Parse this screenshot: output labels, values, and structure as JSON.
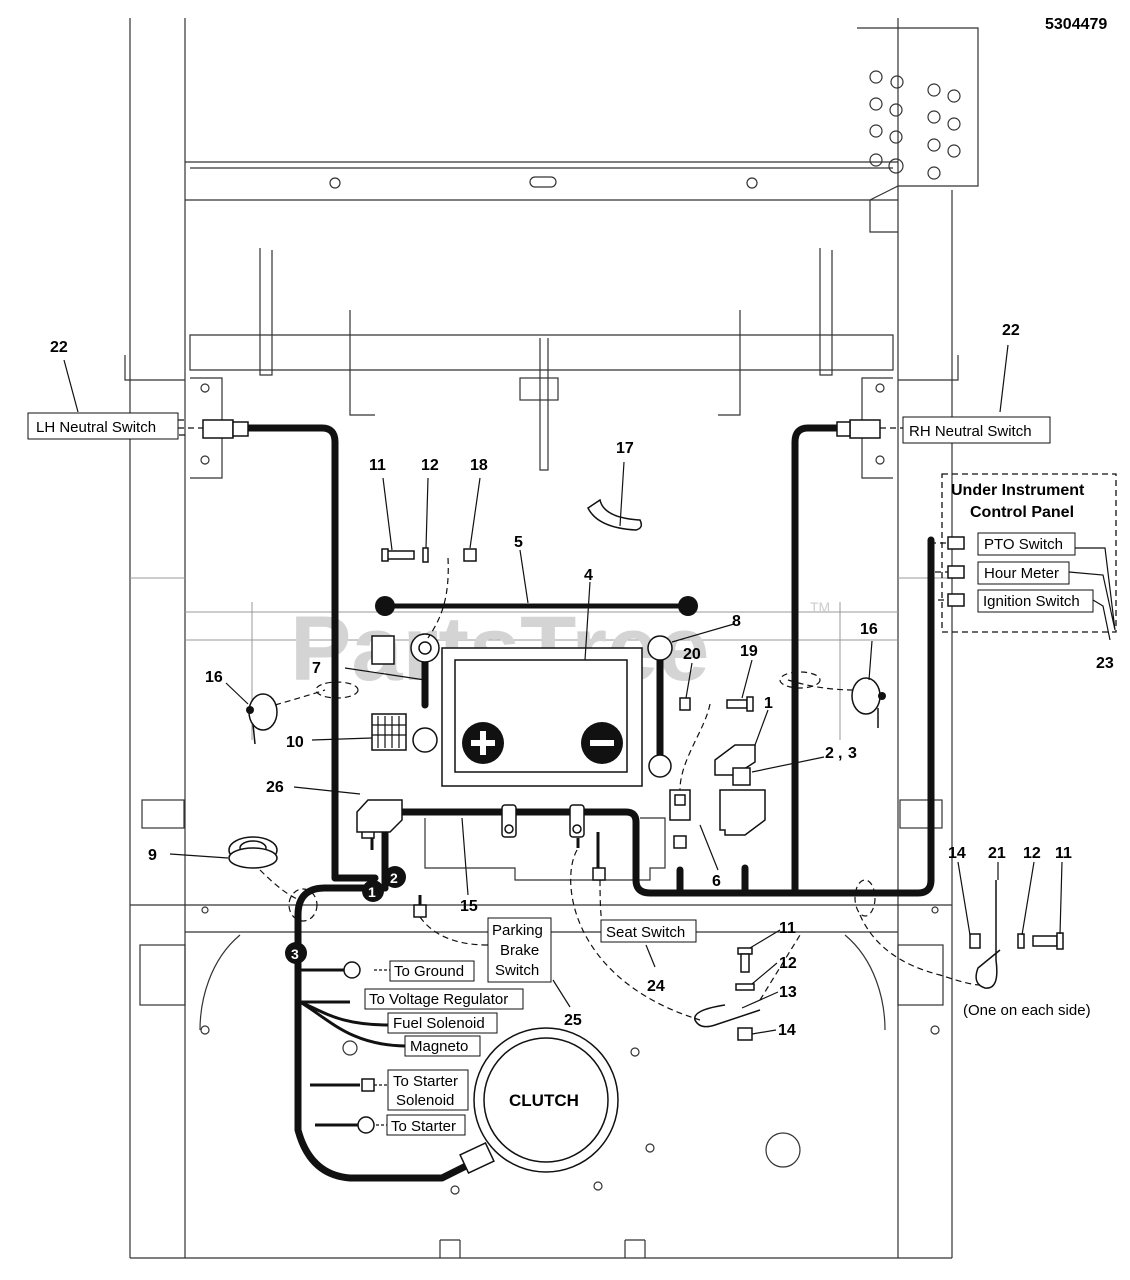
{
  "doc_id": "5304479",
  "watermark": "PartsTree",
  "watermark_tm": "TM",
  "labels": {
    "lh_neutral": "LH Neutral Switch",
    "rh_neutral": "RH Neutral Switch",
    "panel_title_1": "Under Instrument",
    "panel_title_2": "Control Panel",
    "pto": "PTO Switch",
    "hour": "Hour Meter",
    "ignition": "Ignition Switch",
    "to_ground": "To Ground",
    "voltage_reg": "To Voltage Regulator",
    "fuel_sol": "Fuel Solenoid",
    "magneto": "Magneto",
    "starter_sol_1": "To Starter",
    "starter_sol_2": "Solenoid",
    "to_starter": "To Starter",
    "clutch": "CLUTCH",
    "park_1": "Parking",
    "park_2": "Brake",
    "park_3": "Switch",
    "seat": "Seat Switch",
    "each_side": "(One on each side)"
  },
  "callouts": {
    "c22l": "22",
    "c22r": "22",
    "c11a": "11",
    "c12a": "12",
    "c18": "18",
    "c17": "17",
    "c5": "5",
    "c4": "4",
    "c8": "8",
    "c20": "20",
    "c19": "19",
    "c1": "1",
    "c23": "3",
    "c16l": "16",
    "c16r": "16",
    "c7": "7",
    "c10": "10",
    "c26": "26",
    "c9": "9",
    "c15": "15",
    "c6": "6",
    "c14a": "14",
    "c21": "21",
    "c12b": "12",
    "c11b": "11",
    "c11c": "11",
    "c12c": "12",
    "c13": "13",
    "c14b": "14",
    "c24": "24",
    "c25": "25",
    "c23p": "23",
    "c2": "2",
    "comma": ","
  },
  "markers": {
    "m1": "1",
    "m2": "2",
    "m3": "3"
  }
}
